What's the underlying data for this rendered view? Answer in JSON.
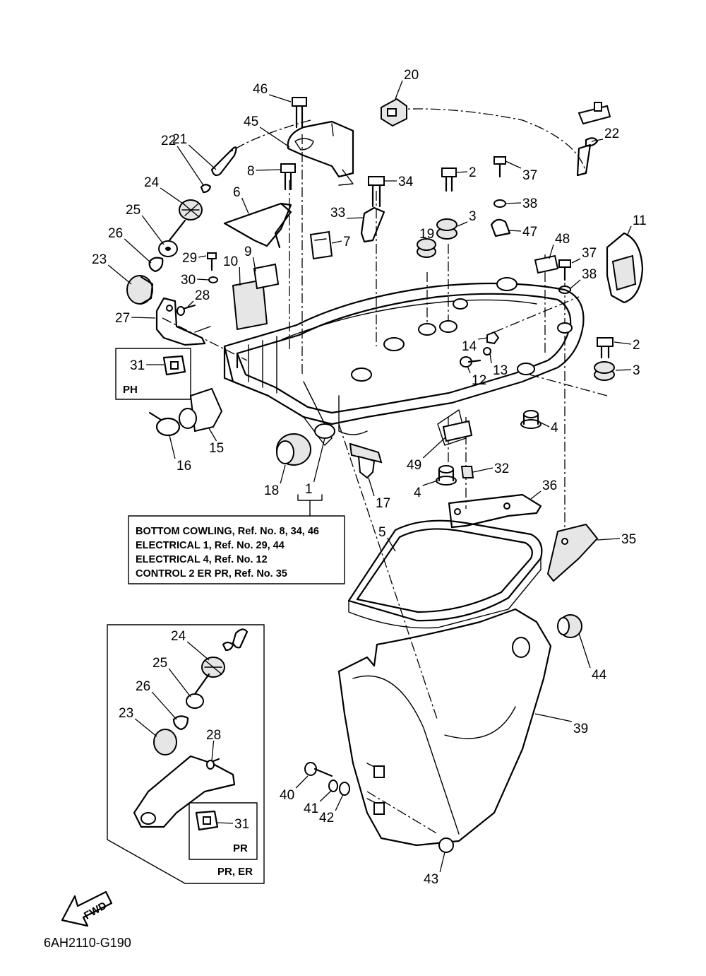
{
  "callouts": [
    {
      "id": "46",
      "text": "46"
    },
    {
      "id": "20",
      "text": "20"
    },
    {
      "id": "45",
      "text": "45"
    },
    {
      "id": "22a",
      "text": "22"
    },
    {
      "id": "21",
      "text": "21"
    },
    {
      "id": "22b",
      "text": "22"
    },
    {
      "id": "8",
      "text": "8"
    },
    {
      "id": "34",
      "text": "34"
    },
    {
      "id": "37a",
      "text": "37"
    },
    {
      "id": "24a",
      "text": "24"
    },
    {
      "id": "6",
      "text": "6"
    },
    {
      "id": "2a",
      "text": "2"
    },
    {
      "id": "38a",
      "text": "38"
    },
    {
      "id": "25a",
      "text": "25"
    },
    {
      "id": "33",
      "text": "33"
    },
    {
      "id": "19",
      "text": "19"
    },
    {
      "id": "3a",
      "text": "3"
    },
    {
      "id": "47",
      "text": "47"
    },
    {
      "id": "11",
      "text": "11"
    },
    {
      "id": "26a",
      "text": "26"
    },
    {
      "id": "7",
      "text": "7"
    },
    {
      "id": "48",
      "text": "48"
    },
    {
      "id": "9",
      "text": "9"
    },
    {
      "id": "23a",
      "text": "23"
    },
    {
      "id": "29",
      "text": "29"
    },
    {
      "id": "10",
      "text": "10"
    },
    {
      "id": "37b",
      "text": "37"
    },
    {
      "id": "30",
      "text": "30"
    },
    {
      "id": "38b",
      "text": "38"
    },
    {
      "id": "28a",
      "text": "28"
    },
    {
      "id": "27",
      "text": "27"
    },
    {
      "id": "14",
      "text": "14"
    },
    {
      "id": "2b",
      "text": "2"
    },
    {
      "id": "31a",
      "text": "31"
    },
    {
      "id": "13",
      "text": "13"
    },
    {
      "id": "3b",
      "text": "3"
    },
    {
      "id": "12",
      "text": "12"
    },
    {
      "id": "4a",
      "text": "4"
    },
    {
      "id": "15",
      "text": "15"
    },
    {
      "id": "16",
      "text": "16"
    },
    {
      "id": "49",
      "text": "49"
    },
    {
      "id": "32",
      "text": "32"
    },
    {
      "id": "18",
      "text": "18"
    },
    {
      "id": "1",
      "text": "1"
    },
    {
      "id": "4b",
      "text": "4"
    },
    {
      "id": "36",
      "text": "36"
    },
    {
      "id": "17",
      "text": "17"
    },
    {
      "id": "5",
      "text": "5"
    },
    {
      "id": "35",
      "text": "35"
    },
    {
      "id": "44",
      "text": "44"
    },
    {
      "id": "24b",
      "text": "24"
    },
    {
      "id": "25b",
      "text": "25"
    },
    {
      "id": "26b",
      "text": "26"
    },
    {
      "id": "39",
      "text": "39"
    },
    {
      "id": "23b",
      "text": "23"
    },
    {
      "id": "28b",
      "text": "28"
    },
    {
      "id": "40",
      "text": "40"
    },
    {
      "id": "41",
      "text": "41"
    },
    {
      "id": "42",
      "text": "42"
    },
    {
      "id": "31b",
      "text": "31"
    },
    {
      "id": "43",
      "text": "43"
    }
  ],
  "notes": [
    "BOTTOM COWLING, Ref. No. 8, 34, 46",
    "ELECTRICAL 1, Ref. No. 29, 44",
    "ELECTRICAL 4, Ref. No. 12",
    "CONTROL 2 ER PR, Ref. No. 35"
  ],
  "tags": {
    "ph": "PH",
    "pr": "PR",
    "pr_er": "PR, ER"
  },
  "fwd_label": "FWD",
  "drawing_code": "6AH2110-G190"
}
